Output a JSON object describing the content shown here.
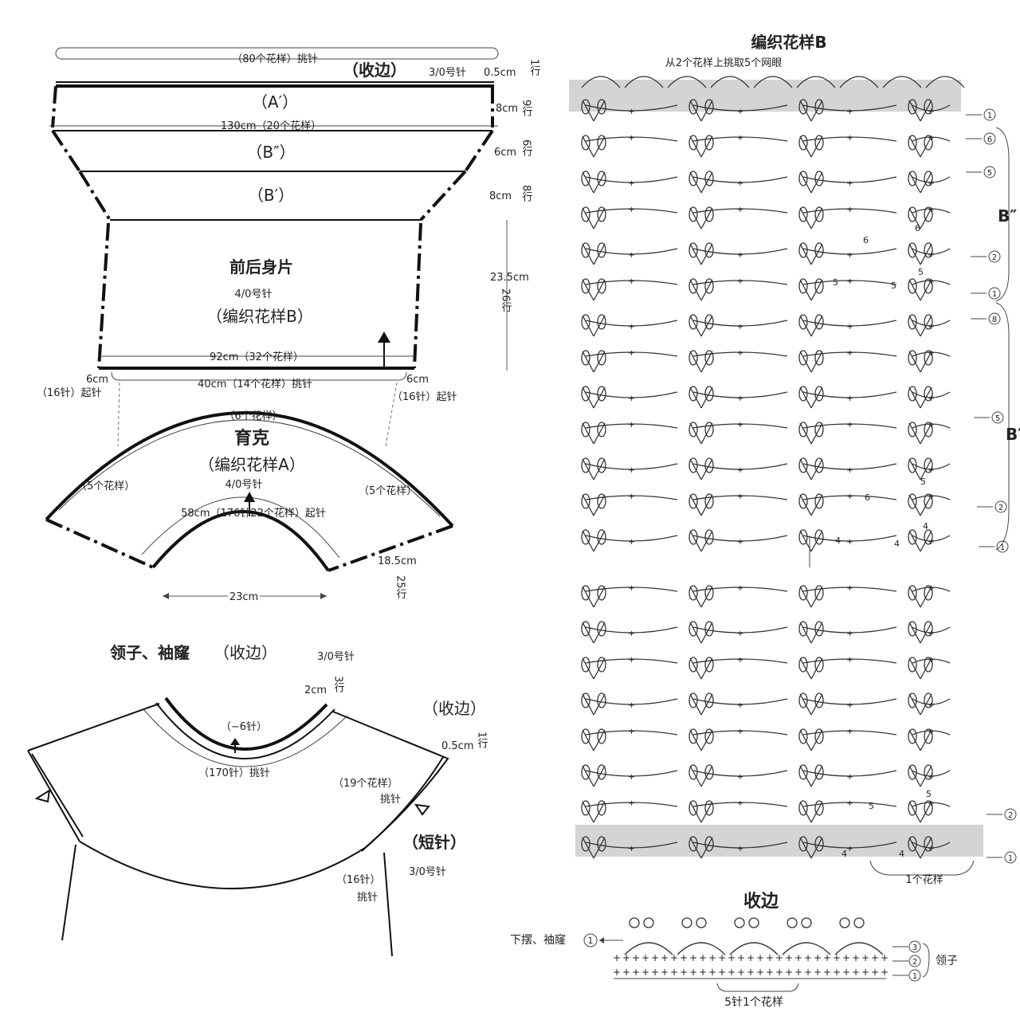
{
  "body_piece": {
    "top_band_label": "（80个花样）挑针",
    "edging_label": "（收边）",
    "edging_needle": "3/0号针",
    "edging_height": "0.5cm",
    "edging_rows": "1行",
    "section_a": "（A′）",
    "section_a_height": "8cm",
    "section_a_rows": "9行",
    "width_130": "130cm（20个花样）",
    "section_b2": "（B″）",
    "section_b2_height": "6cm",
    "section_b2_rows": "6行",
    "section_b1": "（B′）",
    "section_b1_height": "8cm",
    "section_b1_rows": "8行",
    "title": "前后身片",
    "needle": "4/0号针",
    "pattern": "（编织花样B）",
    "body_height": "23.5cm",
    "body_rows": "26行",
    "width_92": "92cm（32个花样）",
    "pickup_40": "40cm（14个花样）挑针",
    "left_cast_cm": "6cm",
    "left_cast_st": "（16针）起针",
    "right_cast_cm": "6cm",
    "right_cast_st": "（16针）起针"
  },
  "yoke": {
    "top_count": "（6个花样）",
    "title": "育克",
    "pattern": "（编织花样A）",
    "needle": "4/0号针",
    "left_count": "（5个花样）",
    "right_count": "（5个花样）",
    "cast_on": "58cm（176针22个花样）起针",
    "depth_cm": "18.5cm",
    "depth_rows": "25行",
    "bottom_width": "23cm"
  },
  "collar": {
    "title": "领子、袖窿",
    "title_suffix": "（收边）",
    "needle": "3/0号针",
    "height_cm": "2cm",
    "height_rows": "3行",
    "decrease": "（−6针）",
    "pickup": "（170针）挑针",
    "edging_label": "（收边）",
    "edging_cm": "0.5cm",
    "edging_rows": "1行",
    "sleeve_count": "（19个花样）",
    "sleeve_pickup": "挑针",
    "short_label": "（短针）",
    "short_needle": "3/0号针",
    "underarm_st": "（16针）",
    "underarm_pickup": "挑针"
  },
  "chart_b": {
    "title": "编织花样B",
    "top_note": "从2个花样上挑取5个网眼",
    "side_b2": "B″",
    "side_b1": "B′",
    "row_labels": [
      "1",
      "6",
      "5",
      "2",
      "1",
      "8",
      "5",
      "2",
      "1",
      "2",
      "1"
    ],
    "inner_numbers": [
      "6",
      "6",
      "5",
      "5",
      "5",
      "6",
      "5",
      "4",
      "4",
      "4",
      "5",
      "5",
      "4",
      "4"
    ],
    "repeat_label": "1个花样"
  },
  "edging_chart": {
    "title": "收边",
    "left_label": "下摆、袖窿",
    "left_row": "1",
    "rows": [
      "3",
      "2",
      "1"
    ],
    "right_label": "领子",
    "repeat_label": "5针1个花样"
  }
}
